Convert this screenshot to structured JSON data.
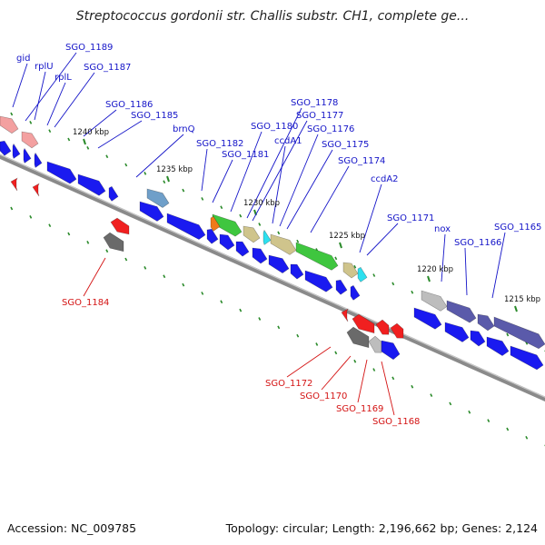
{
  "title": "Streptococcus gordonii str. Challis substr. CH1, complete ge...",
  "footer": {
    "accession": "Accession: NC_009785",
    "summary": "Topology: circular; Length: 2,196,662 bp; Genes: 2,124"
  },
  "colors": {
    "forward_label": "#1414c8",
    "reverse_label": "#d41414",
    "gene_forward": "#1a1af0",
    "gene_reverse": "#f02020",
    "backbone": "#8a8a8a",
    "tick": "#2a8a2a"
  },
  "tick_labels": [
    "1240 kbp",
    "1235 kbp",
    "1230 kbp",
    "1225 kbp",
    "1220 kbp",
    "1215 kbp"
  ],
  "forward_labels": [
    "gid",
    "rplU",
    "rplL",
    "SGO_1189",
    "SGO_1187",
    "SGO_1186",
    "SGO_1185",
    "brnQ",
    "SGO_1182",
    "SGO_1181",
    "SGO_1180",
    "SGO_1178",
    "SGO_1177",
    "ccdA1",
    "SGO_1176",
    "SGO_1175",
    "SGO_1174",
    "ccdA2",
    "SGO_1171",
    "nox",
    "SGO_1166",
    "SGO_1165"
  ],
  "reverse_labels": [
    "SGO_1184",
    "SGO_1172",
    "SGO_1170",
    "SGO_1169",
    "SGO_1168"
  ]
}
